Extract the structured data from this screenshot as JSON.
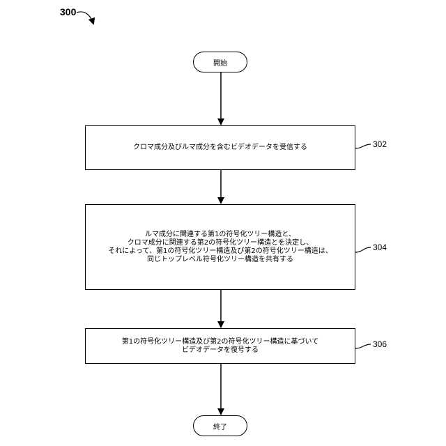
{
  "figure_number": "300",
  "start": {
    "label": "開始"
  },
  "end": {
    "label": "終了"
  },
  "steps": [
    {
      "ref": "302",
      "lines": [
        "クロマ成分及びルマ成分を含むビデオデータを受信する"
      ]
    },
    {
      "ref": "304",
      "lines": [
        "ルマ成分に関連する第1の符号化ツリー構造と、",
        "クロマ成分に関連する第2の符号化ツリー構造とを決定し、",
        "それによって、第1の符号化ツリー構造及び第2の符号化ツリー構造は、",
        "同じトップレベル符号化ツリー構造を共有する"
      ]
    },
    {
      "ref": "306",
      "lines": [
        "第1の符号化ツリー構造及び第2の符号化ツリー構造に基づいて",
        "ビデオデータを復号する"
      ]
    }
  ]
}
